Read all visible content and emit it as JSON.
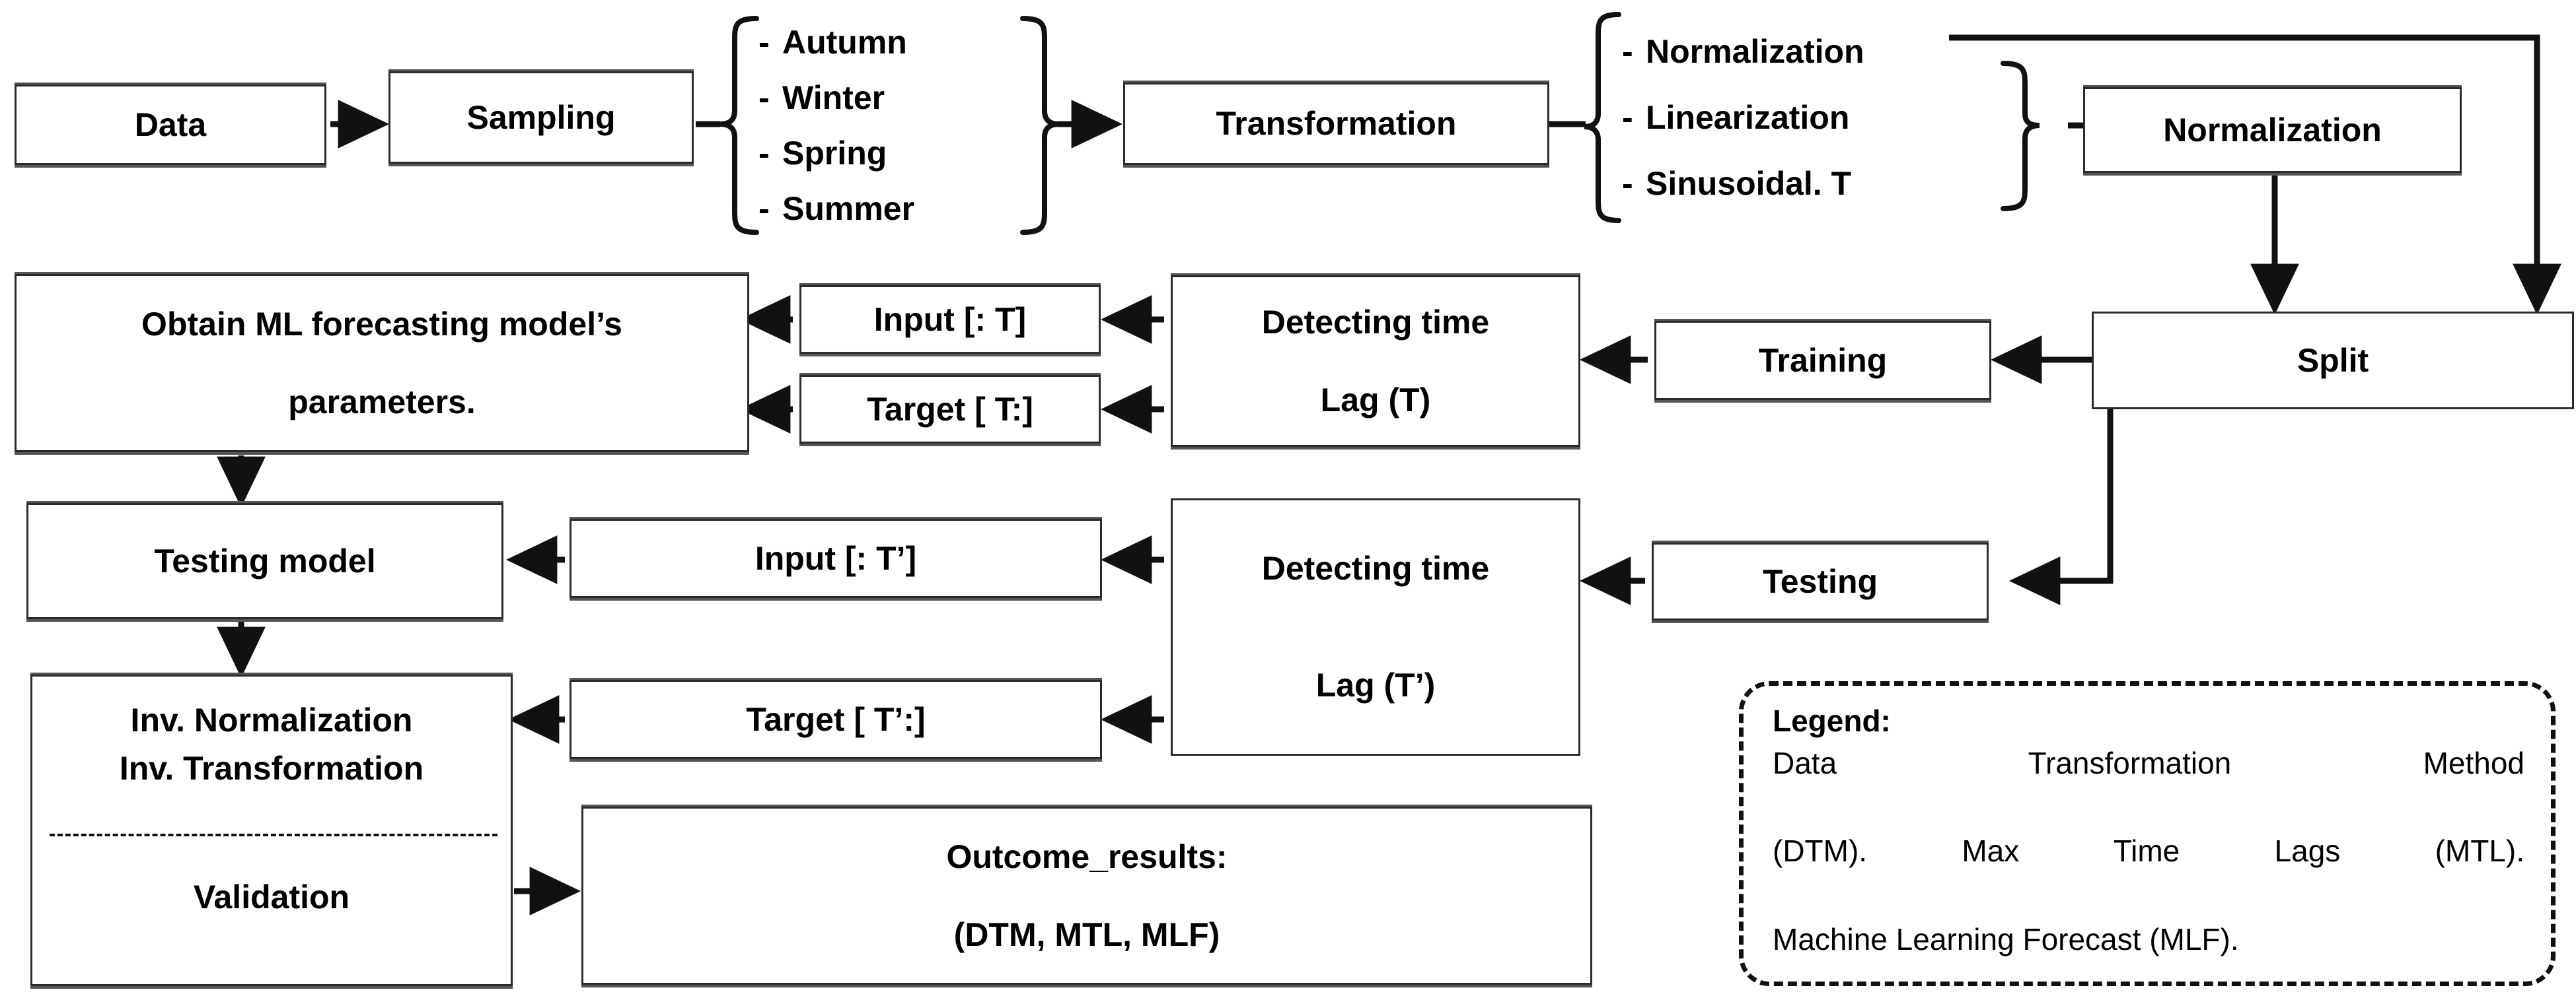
{
  "diagram": {
    "title": "ML forecasting pipeline flowchart",
    "nodes": {
      "data": "Data",
      "sampling": "Sampling",
      "transformation": "Transformation",
      "normalization_box": "Normalization",
      "split": "Split",
      "training": "Training",
      "detecting_lag_t_line1": "Detecting time",
      "detecting_lag_t_line2": "Lag (T)",
      "input_t": "Input [: T]",
      "target_t": "Target [ T:]",
      "obtain_params_line1": "Obtain ML forecasting model’s",
      "obtain_params_line2": "parameters.",
      "testing_model": "Testing model",
      "input_tp": "Input [: T’]",
      "detecting_lag_tp_line1": "Detecting time",
      "detecting_lag_tp_line2": "Lag (T’)",
      "testing": "Testing",
      "target_tp": "Target [ T’:]",
      "inv_norm_line1": "Inv. Normalization",
      "inv_norm_line2": "Inv. Transformation",
      "validation": "Validation",
      "outcome_line1": "Outcome_results:",
      "outcome_line2": "(DTM, MTL, MLF)"
    },
    "season_list": {
      "bullet": "-",
      "items": [
        "Autumn",
        "Winter",
        "Spring",
        "Summer"
      ]
    },
    "transform_list": {
      "bullet": "-",
      "items": [
        "Normalization",
        "Linearization",
        "Sinusoidal. T"
      ]
    },
    "legend": {
      "title": "Legend:",
      "lines": [
        "Data Transformation Method",
        "(DTM). Max Time Lags (MTL).",
        "Machine Learning Forecast (MLF)."
      ]
    },
    "colors": {
      "stroke": "#2b2b2b",
      "line": "#111111",
      "background": "#ffffff",
      "text": "#000000"
    }
  }
}
